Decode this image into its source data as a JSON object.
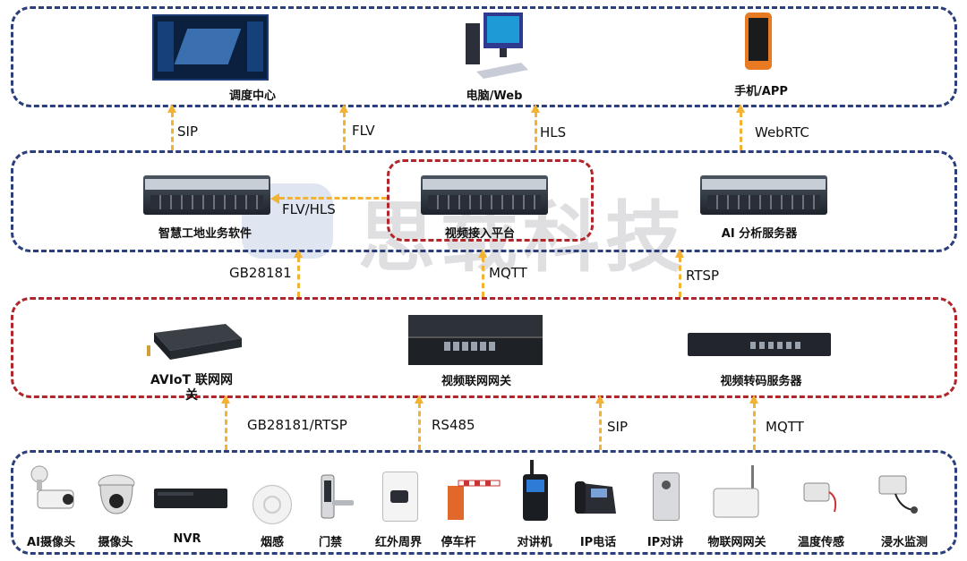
{
  "watermark": "思载科技",
  "top_layer": {
    "items": [
      {
        "label": "调度中心",
        "icon": "dashboard-screen-icon"
      },
      {
        "label": "电脑/Web",
        "icon": "desktop-computer-icon"
      },
      {
        "label": "手机/APP",
        "icon": "smartphone-icon"
      }
    ]
  },
  "platform_layer": {
    "items": [
      {
        "label": "智慧工地业务软件",
        "icon": "rack-server-icon"
      },
      {
        "label": "视频接入平台",
        "icon": "rack-server-icon"
      },
      {
        "label": "AI 分析服务器",
        "icon": "rack-server-icon"
      }
    ],
    "internal_link": "FLV/HLS"
  },
  "top_protocols": [
    "SIP",
    "FLV",
    "HLS",
    "WebRTC"
  ],
  "mid_protocols": [
    "GB28181",
    "MQTT",
    "RTSP"
  ],
  "gateway_layer": {
    "items": [
      {
        "label_line1": "AVIoT 联网网",
        "label_line2": "关",
        "icon": "gateway-box-icon"
      },
      {
        "label": "视频联网网关",
        "icon": "rack-gateway-icon"
      },
      {
        "label": "视频转码服务器",
        "icon": "rack-transcoder-icon"
      }
    ]
  },
  "bottom_protocols": [
    "GB28181/RTSP",
    "RS485",
    "SIP",
    "MQTT"
  ],
  "device_layer": {
    "items": [
      {
        "label": "AI摄像头"
      },
      {
        "label": "摄像头"
      },
      {
        "label": "NVR"
      },
      {
        "label": "烟感"
      },
      {
        "label": "门禁"
      },
      {
        "label": "红外周界"
      },
      {
        "label": "停车杆"
      },
      {
        "label": "对讲机"
      },
      {
        "label": "IP电话"
      },
      {
        "label": "IP对讲"
      },
      {
        "label": "物联网网关"
      },
      {
        "label": "温度传感"
      },
      {
        "label": "浸水监测"
      }
    ]
  },
  "colors": {
    "blue_border": "#2b3f7e",
    "red_border": "#b0262a",
    "arrow": "#f2b234"
  }
}
